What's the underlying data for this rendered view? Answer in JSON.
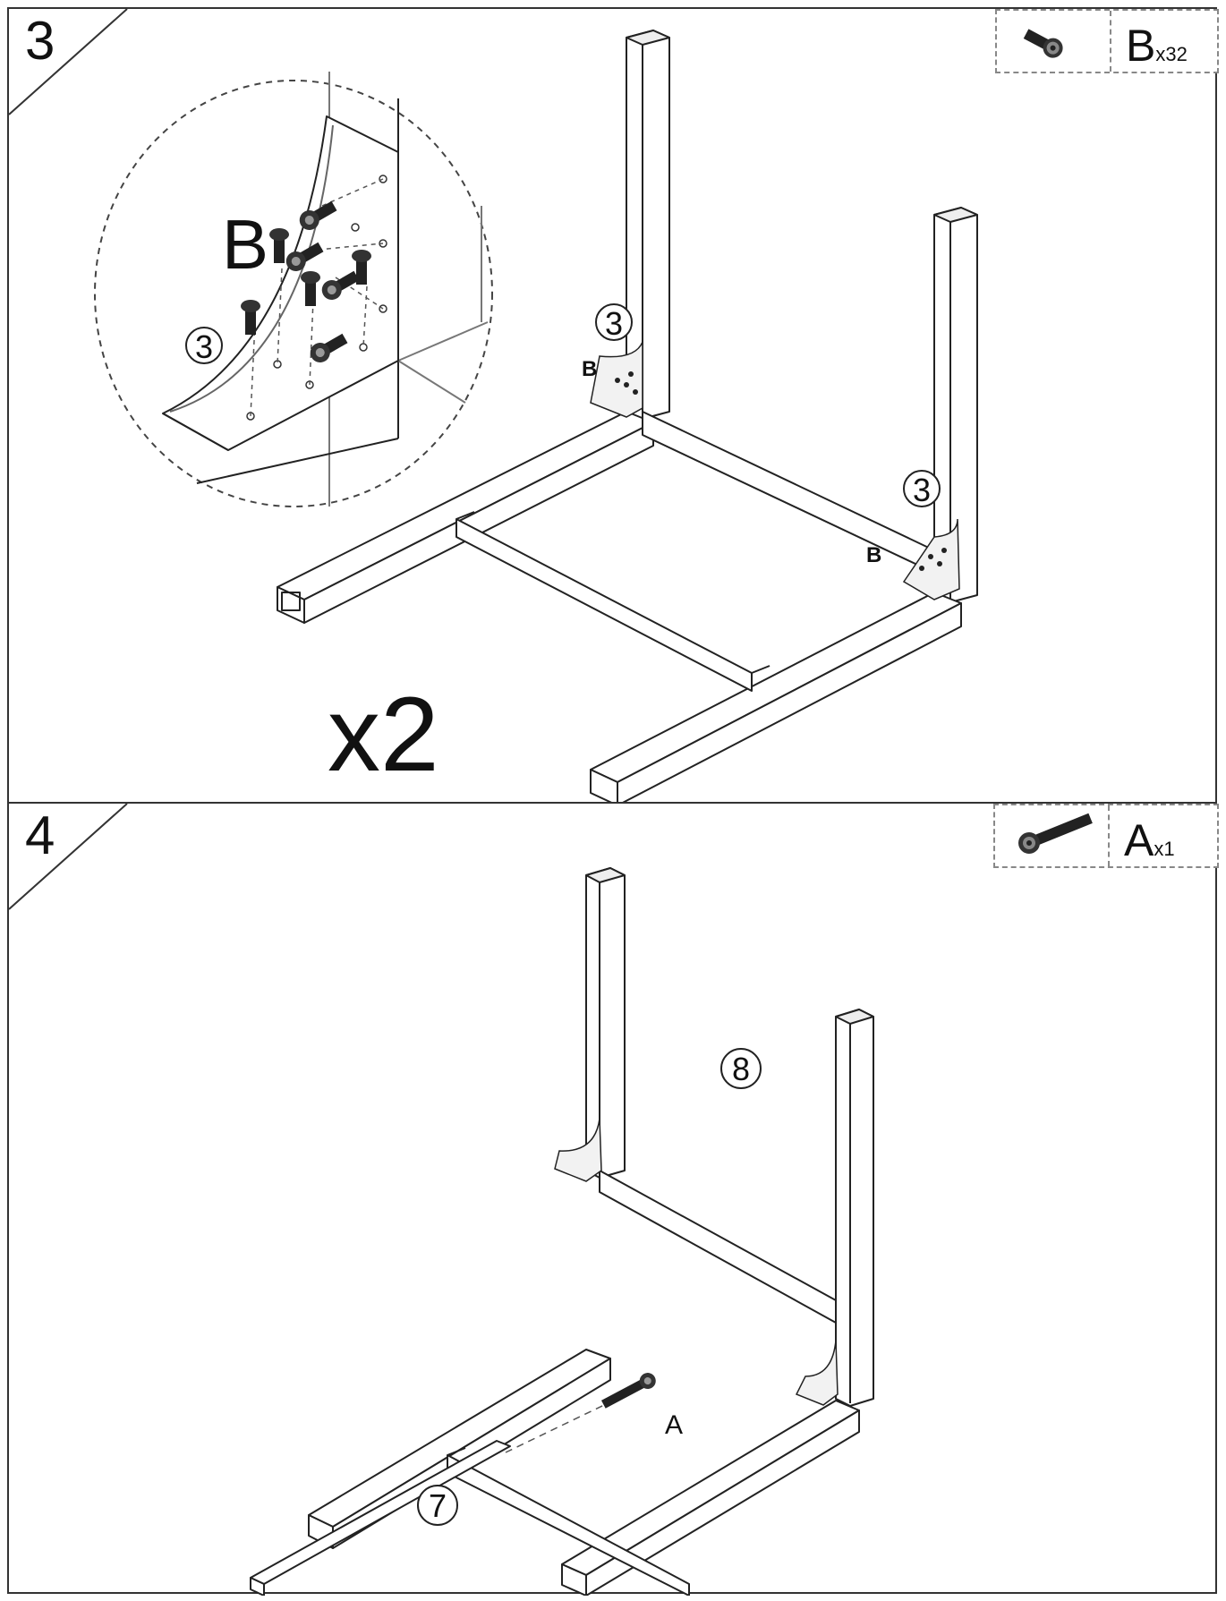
{
  "steps": [
    {
      "number": "3",
      "hardware": {
        "letter": "B",
        "qty": "x32",
        "icon": "short-bolt-icon"
      },
      "detail_label_bolt": "B",
      "detail_label_part": "3",
      "frame_labels": {
        "bolt": "B",
        "part": "3"
      },
      "multiplier": "x2"
    },
    {
      "number": "4",
      "hardware": {
        "letter": "A",
        "qty": "x1",
        "icon": "long-bolt-icon"
      },
      "labels": {
        "bolt": "A",
        "part_rail": "7",
        "part_frame": "8"
      }
    }
  ]
}
